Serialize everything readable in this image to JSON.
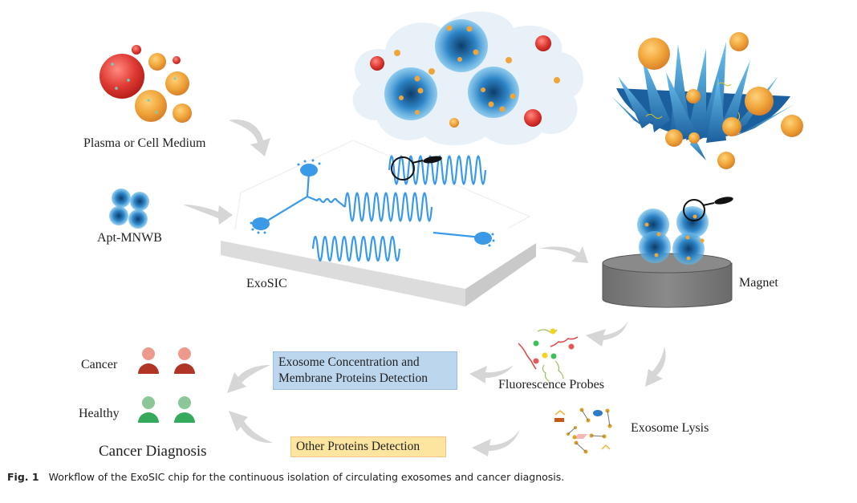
{
  "figure": {
    "labels": {
      "plasma": "Plasma or Cell Medium",
      "apt_mnwb": "Apt-MNWB",
      "exosic": "ExoSIC",
      "magnet": "Magnet",
      "fluorescence_probes": "Fluorescence Probes",
      "exosome_lysis": "Exosome Lysis",
      "cancer": "Cancer",
      "healthy": "Healthy",
      "cancer_diagnosis": "Cancer Diagnosis"
    },
    "boxes": {
      "membrane_detection": "Exosome Concentration and Membrane Proteins Detection",
      "other_proteins": "Other Proteins Detection"
    },
    "colors": {
      "channel_blue": "#3a9ae8",
      "nanowire_blue": "#2f86c8",
      "exosome_orange": "#f0a53a",
      "cell_red": "#e03b34",
      "cloud_bg": "#e9f1f8",
      "arrow_gray": "#d6d6d6",
      "magnet_gray": "#7a7a7a",
      "cancer_dark": "#b03526",
      "cancer_light": "#ec9a8c",
      "healthy_dark": "#35a95c",
      "healthy_light": "#8cc797",
      "box_blue": "#bcd6ee",
      "box_yellow": "#fde5a0"
    }
  },
  "caption": {
    "fig_label": "Fig. 1",
    "text": "Workflow of the ExoSIC chip for the continuous isolation of circulating exosomes and cancer diagnosis."
  }
}
